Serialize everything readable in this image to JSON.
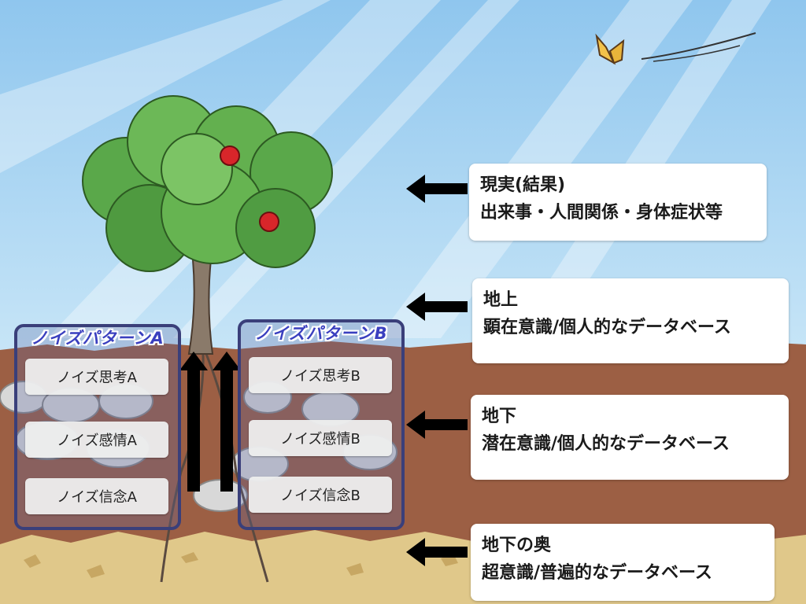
{
  "labels": [
    {
      "line1": "現実(結果)",
      "line2": "出来事・人間関係・身体症状等"
    },
    {
      "line1": "地上",
      "line2": "顕在意識/個人的なデータベース"
    },
    {
      "line1": "地下",
      "line2": "潜在意識/個人的なデータベース"
    },
    {
      "line1": "地下の奥",
      "line2": "超意識/普遍的なデータベース"
    }
  ],
  "panels": [
    {
      "title": "ノイズパターンA",
      "items": [
        "ノイズ思考A",
        "ノイズ感情A",
        "ノイズ信念A"
      ]
    },
    {
      "title": "ノイズパターンB",
      "items": [
        "ノイズ思考B",
        "ノイズ感情B",
        "ノイズ信念B"
      ]
    }
  ],
  "colors": {
    "sky": "#9fd0f0",
    "soil": "#9c5f44",
    "bedrock": "#e0c88a",
    "panel_border": "#3a3f7a",
    "panel_title": "#3a3fbf"
  }
}
